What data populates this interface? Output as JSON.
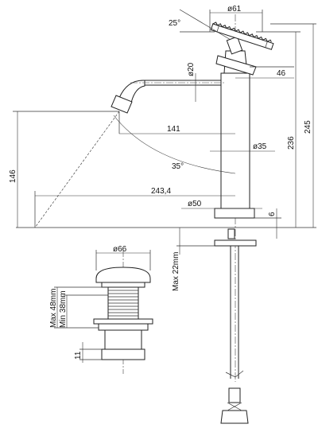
{
  "drawing": {
    "faucet_dimensions": {
      "handle_diameter": "ø61",
      "handle_angle": "25°",
      "spout_diameter": "ø20",
      "handle_offset": "46",
      "spout_reach": "141",
      "body_diameter": "ø35",
      "swivel_angle": "35°",
      "total_reach": "243,4",
      "outlet_height": "146",
      "base_diameter": "ø50",
      "base_height": "6",
      "body_height": "236",
      "total_height": "245",
      "max_deck_thickness": "Max 22mm"
    },
    "waste_dimensions": {
      "cap_diameter": "ø66",
      "max_deck": "Max 48mm",
      "min_deck": "Min 38mm",
      "flange_height": "11"
    }
  }
}
